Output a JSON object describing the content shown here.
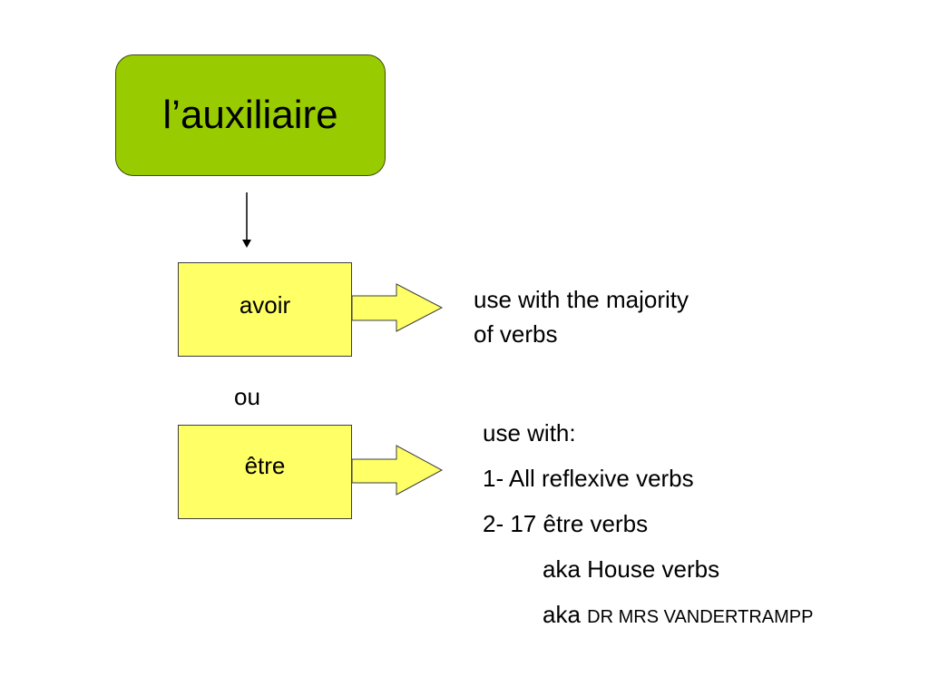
{
  "diagram": {
    "title": "l’auxiliaire",
    "options": [
      {
        "label": "avoir",
        "description": [
          "use with the majority",
          "of verbs"
        ]
      },
      {
        "label": "être",
        "description_heading": "use with:",
        "description_items": [
          "1- All reflexive verbs",
          "2- 17 être verbs"
        ],
        "aka_1_prefix": "aka House verbs",
        "aka_2_prefix": "aka",
        "aka_2_value": "DR MRS VANDERTRAMPP"
      }
    ],
    "separator": "ou"
  },
  "colors": {
    "title_fill": "#99cc00",
    "option_fill": "#ffff66",
    "arrow_fill": "#ffff66"
  }
}
